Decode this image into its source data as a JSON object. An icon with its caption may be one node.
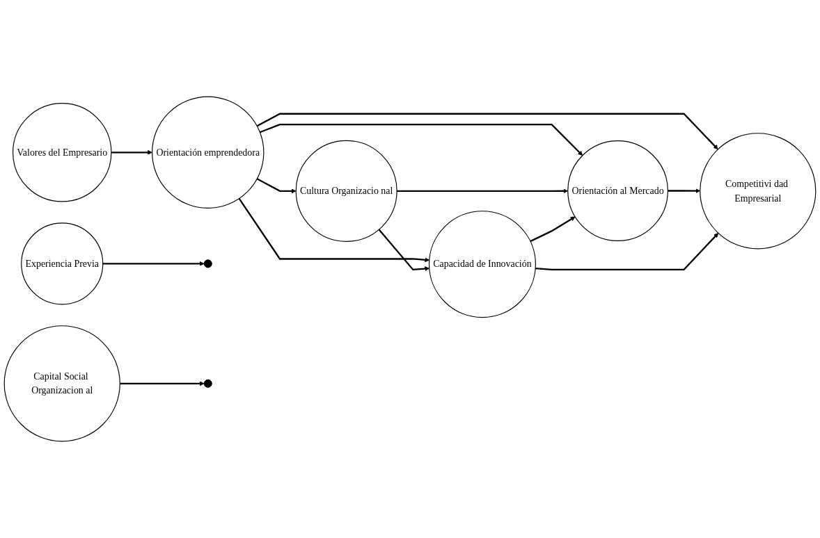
{
  "diagram": {
    "nodes": [
      {
        "text": [
          "Experiencia Previa"
        ]
      },
      {
        "text": [
          "Valores del Empresario"
        ]
      },
      {
        "text": [
          "Orientación emprendedora"
        ]
      },
      {
        "text": [
          "Cultura Organizacio nal"
        ]
      },
      {
        "text": [
          "Orientación al Mercado"
        ]
      },
      {
        "text": [
          "Competitivi dad Empresarial"
        ]
      },
      {
        "text": [
          "Capacidad de Innovación"
        ]
      },
      {
        "text": [
          "Capital Social Organizacion al"
        ]
      }
    ],
    "edges": [
      {
        "from": 1,
        "to": 2,
        "arrow": "to"
      },
      {
        "from": 0,
        "to": null,
        "arrow": "to"
      },
      {
        "from": 2,
        "to": 3,
        "arrow": "to"
      },
      {
        "from": 2,
        "to": 4,
        "arrow": "to"
      },
      {
        "from": 2,
        "to": 5,
        "arrow": "to"
      },
      {
        "from": 2,
        "to": 6,
        "arrow": "to"
      },
      {
        "from": 7,
        "to": null,
        "arrow": "to"
      },
      {
        "from": 3,
        "to": 4,
        "arrow": "to"
      },
      {
        "from": 3,
        "to": 6,
        "arrow": "to"
      },
      {
        "from": 6,
        "to": 4,
        "arrow": "to"
      },
      {
        "from": 4,
        "to": 5,
        "arrow": "to"
      },
      {
        "from": 6,
        "to": 5,
        "arrow": "to"
      }
    ]
  }
}
